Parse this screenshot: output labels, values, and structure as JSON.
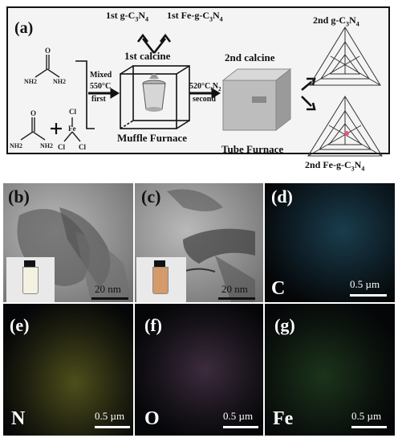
{
  "panel_a": {
    "label": "(a)",
    "top_left_product": "1st g-C3N4",
    "top_right_product": "1st Fe-g-C3N4",
    "first_calcine": "1st calcine",
    "second_calcine": "2nd  calcine",
    "mixed": "Mixed",
    "temp1": "550°C",
    "first": "first",
    "temp2": "520°C,N2",
    "second": "second",
    "muffle": "Muffle Furnace",
    "tube": "Tube Furnace",
    "right_top": "2nd g-C3N4",
    "right_bottom": "2nd Fe-g-C3N4",
    "fe": "Fe",
    "cl": "Cl",
    "o": "O",
    "nh2": "NH2"
  },
  "panels": {
    "b": {
      "label": "(b)",
      "scale": "20 nm"
    },
    "c": {
      "label": "(c)",
      "scale": "20 nm"
    },
    "d": {
      "label": "(d)",
      "element": "C",
      "scale": "0.5 µm"
    },
    "e": {
      "label": "(e)",
      "element": "N",
      "scale": "0.5 µm"
    },
    "f": {
      "label": "(f)",
      "element": "O",
      "scale": "0.5 µm"
    },
    "g": {
      "label": "(g)",
      "element": "Fe",
      "scale": "0.5 µm"
    }
  },
  "colors": {
    "c_map": "#2a6a86",
    "n_map": "#8a8a2a",
    "o_map": "#6a4a6a",
    "fe_map": "#2f5a2a"
  }
}
